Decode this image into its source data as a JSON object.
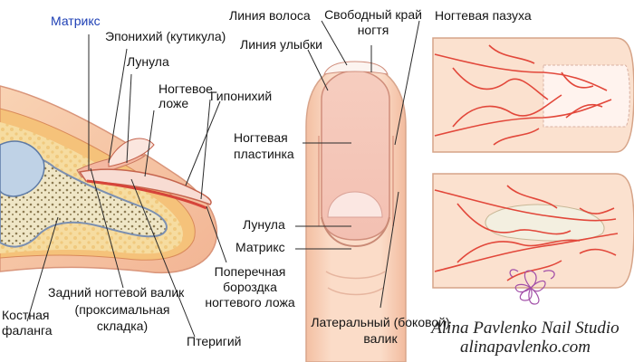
{
  "labels": {
    "matrix_top": "Матрикс",
    "eponychium": "Эпонихий (кутикула)",
    "lunula_left": "Лунула",
    "nail_bed_1": "Ногтевое",
    "nail_bed_2": "ложе",
    "hyponychium": "Гипонихий",
    "rear_fold_1": "Задний ногтевой валик",
    "rear_fold_2": "(проксимальная",
    "rear_fold_3": "складка)",
    "bone_1": "Костная",
    "bone_2": "фаланга",
    "pterygium": "Птеригий",
    "groove_1": "Поперечная",
    "groove_2": "бороздка",
    "groove_3": "ногтевого ложа",
    "hair_line": "Линия волоса",
    "smile_line": "Линия улыбки",
    "free_edge_1": "Свободный край",
    "free_edge_2": "ногтя",
    "nail_sinus": "Ногтевая пазуха",
    "nail_plate_1": "Ногтевая",
    "nail_plate_2": "пластинка",
    "lunula_center": "Лунула",
    "matrix_center": "Матрикс",
    "lateral_fold_1": "Латеральный (боковой)",
    "lateral_fold_2": "валик"
  },
  "watermark": {
    "name": "Alina Pavlenko Nail Studio",
    "url": "alinapavlenko.com"
  },
  "colors": {
    "skin": "#f7c8a5",
    "nail": "#f8d7c9",
    "bone": "#f0e7c9",
    "blood": "#e2473a",
    "accent_label": "#1d3fb5"
  }
}
